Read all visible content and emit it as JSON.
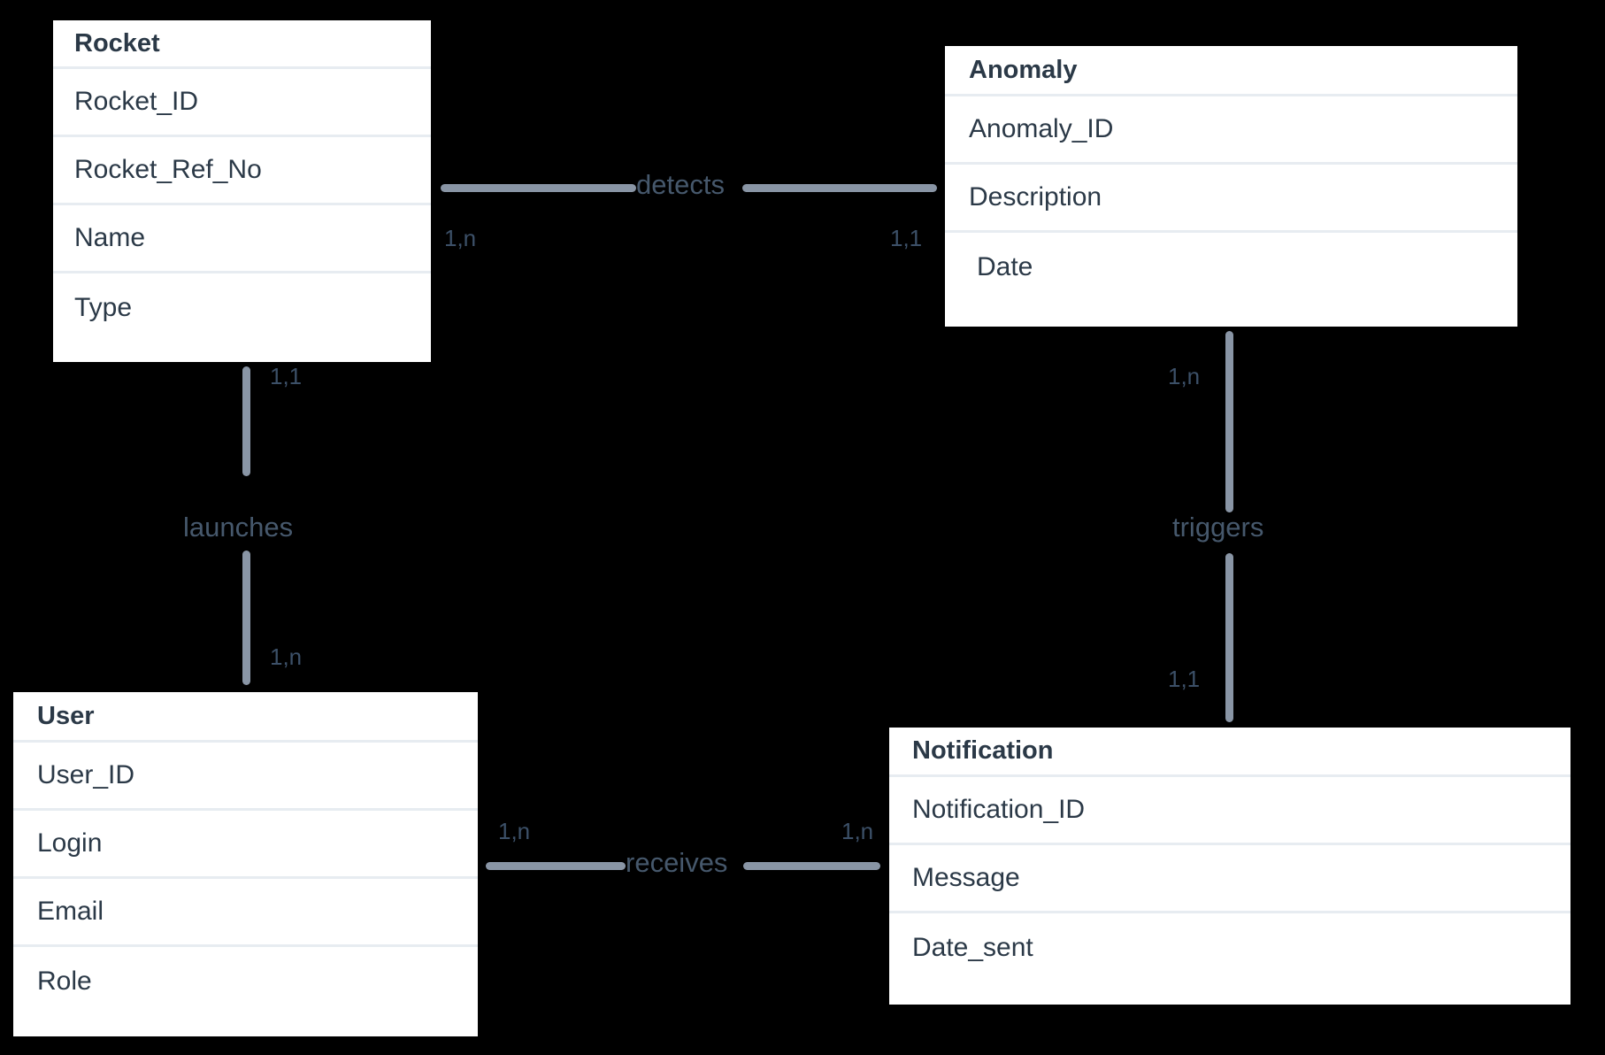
{
  "diagram": {
    "type": "entity-relationship-diagram",
    "background_color": "#000000",
    "entity_fill": "#ffffff",
    "text_color": "#2b3947",
    "line_color": "#8995a5",
    "separator_color": "#e7ecf1"
  },
  "entities": [
    {
      "name": "Rocket",
      "attributes": [
        "Rocket_ID",
        "Rocket_Ref_No",
        "Name",
        "Type"
      ]
    },
    {
      "name": "Anomaly",
      "attributes": [
        "Anomaly_ID",
        "Description",
        "Date"
      ]
    },
    {
      "name": "User",
      "attributes": [
        "User_ID",
        "Login",
        "Email",
        "Role"
      ]
    },
    {
      "name": "Notification",
      "attributes": [
        "Notification_ID",
        "Message",
        "Date_sent"
      ]
    }
  ],
  "relationships": [
    {
      "label": "detects",
      "from": "Rocket",
      "to": "Anomaly",
      "from_cardinality": "1,n",
      "to_cardinality": "1,1",
      "orientation": "horizontal"
    },
    {
      "label": "launches",
      "from": "Rocket",
      "to": "User",
      "from_cardinality": "1,1",
      "to_cardinality": "1,n",
      "orientation": "vertical"
    },
    {
      "label": "triggers",
      "from": "Anomaly",
      "to": "Notification",
      "from_cardinality": "1,n",
      "to_cardinality": "1,1",
      "orientation": "vertical"
    },
    {
      "label": "receives",
      "from": "User",
      "to": "Notification",
      "from_cardinality": "1,n",
      "to_cardinality": "1,n",
      "orientation": "horizontal"
    }
  ]
}
